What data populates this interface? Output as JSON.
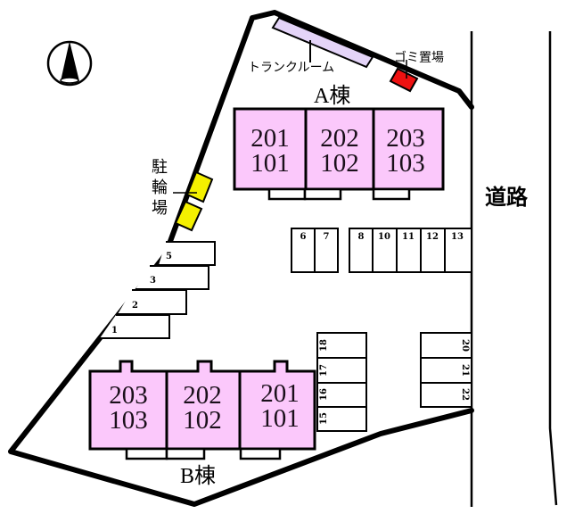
{
  "compass": {
    "icon": "north-arrow-icon"
  },
  "labels": {
    "trunk_room": "トランクルーム",
    "garbage": "ゴミ置場",
    "bicycle_parking": [
      "駐",
      "輪",
      "場"
    ],
    "road": "道路",
    "building_a": "A棟",
    "building_b": "B棟"
  },
  "building_a": {
    "units": [
      {
        "upper": "201",
        "lower": "101"
      },
      {
        "upper": "202",
        "lower": "102"
      },
      {
        "upper": "203",
        "lower": "103"
      }
    ]
  },
  "building_b": {
    "units": [
      {
        "upper": "203",
        "lower": "103"
      },
      {
        "upper": "202",
        "lower": "102"
      },
      {
        "upper": "201",
        "lower": "101"
      }
    ]
  },
  "parking": {
    "left_angled": [
      "5",
      "3",
      "2",
      "1"
    ],
    "top_row_a": [
      "6",
      "7"
    ],
    "top_row_b": [
      "8",
      "10",
      "11",
      "12",
      "13"
    ],
    "vertical_left": [
      "18",
      "17",
      "16",
      "15"
    ],
    "vertical_right": [
      "20",
      "21",
      "22"
    ]
  },
  "colors": {
    "unit_fill": "#fbc8fb",
    "trunk_room_fill": "#e4d4f8",
    "garbage_fill": "#ee1111",
    "bicycle_fill": "#f4f000"
  }
}
